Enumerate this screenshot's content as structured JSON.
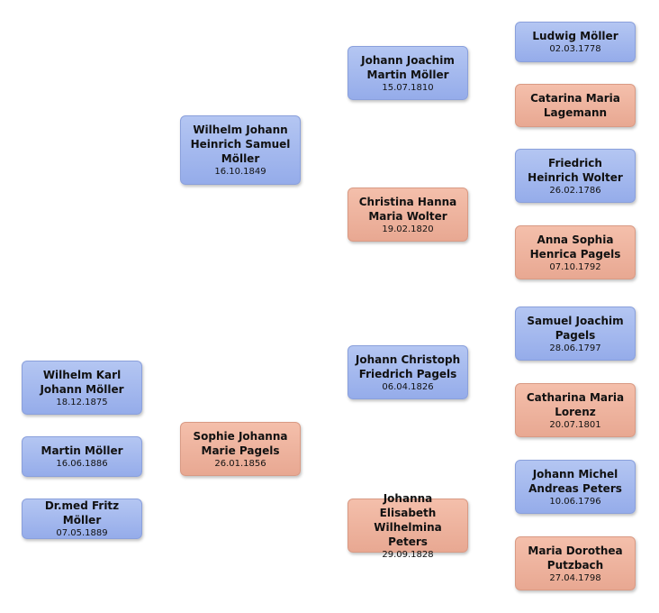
{
  "people": {
    "wilhelm_karl": {
      "name": "Wilhelm Karl Johann Möller",
      "date": "18.12.1875"
    },
    "martin": {
      "name": "Martin Möller",
      "date": "16.06.1886"
    },
    "fritz": {
      "name": "Dr.med Fritz Möller",
      "date": "07.05.1889"
    },
    "wilhelm_johann": {
      "name": "Wilhelm Johann Heinrich Samuel Möller",
      "date": "16.10.1849"
    },
    "sophie": {
      "name": "Sophie Johanna Marie Pagels",
      "date": "26.01.1856"
    },
    "johann_joachim": {
      "name": "Johann Joachim Martin Möller",
      "date": "15.07.1810"
    },
    "christina": {
      "name": "Christina Hanna Maria Wolter",
      "date": "19.02.1820"
    },
    "johann_christoph": {
      "name": "Johann Christoph Friedrich Pagels",
      "date": "06.04.1826"
    },
    "johanna": {
      "name": "Johanna Elisabeth Wilhelmina Peters",
      "date": "29.09.1828"
    },
    "ludwig": {
      "name": "Ludwig Möller",
      "date": "02.03.1778"
    },
    "catarina": {
      "name": "Catarina Maria Lagemann",
      "date": ""
    },
    "friedrich": {
      "name": "Friedrich Heinrich Wolter",
      "date": "26.02.1786"
    },
    "anna": {
      "name": "Anna Sophia Henrica Pagels",
      "date": "07.10.1792"
    },
    "samuel": {
      "name": "Samuel Joachim Pagels",
      "date": "28.06.1797"
    },
    "catharina": {
      "name": "Catharina Maria Lorenz",
      "date": "20.07.1801"
    },
    "johann_michel": {
      "name": "Johann Michel Andreas Peters",
      "date": "10.06.1796"
    },
    "maria": {
      "name": "Maria Dorothea Putzbach",
      "date": "27.04.1798"
    }
  },
  "colors": {
    "male": "#9fb5ed",
    "female": "#eeb39d"
  }
}
